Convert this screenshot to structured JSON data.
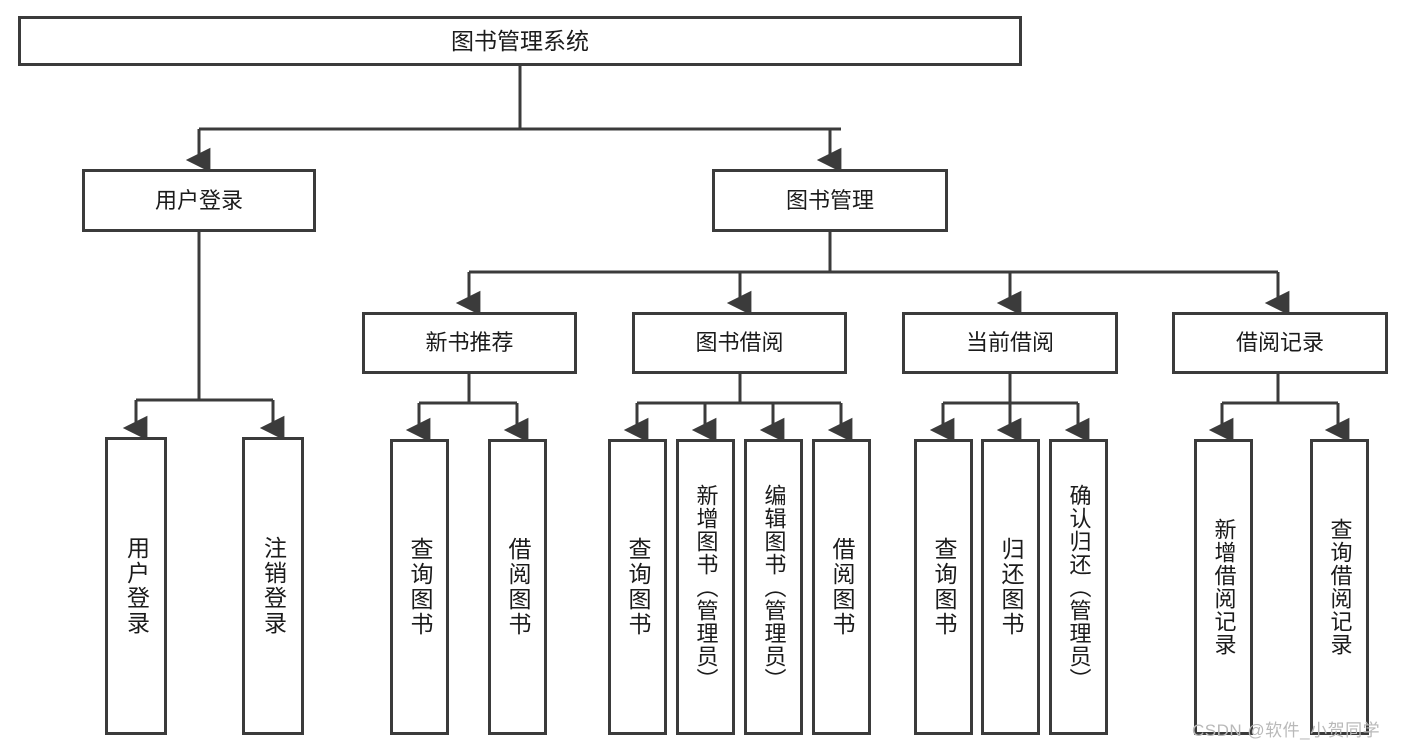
{
  "diagram": {
    "title": "图书管理系统",
    "type": "hierarchy-tree",
    "root": {
      "label": "图书管理系统"
    },
    "level2": [
      {
        "label": "用户登录"
      },
      {
        "label": "图书管理"
      }
    ],
    "level3": [
      {
        "label": "新书推荐"
      },
      {
        "label": "图书借阅"
      },
      {
        "label": "当前借阅"
      },
      {
        "label": "借阅记录"
      }
    ],
    "leaves": {
      "user_login": [
        {
          "label": "用户登录"
        },
        {
          "label": "注销登录"
        }
      ],
      "new_book_recommend": [
        {
          "label": "查询图书"
        },
        {
          "label": "借阅图书"
        }
      ],
      "book_borrow": [
        {
          "label": "查询图书"
        },
        {
          "label": "新增图书（管理员）"
        },
        {
          "label": "编辑图书（管理员）"
        },
        {
          "label": "借阅图书"
        }
      ],
      "current_borrow": [
        {
          "label": "查询图书"
        },
        {
          "label": "归还图书"
        },
        {
          "label": "确认归还（管理员）"
        }
      ],
      "borrow_record": [
        {
          "label": "新增借阅记录"
        },
        {
          "label": "查询借阅记录"
        }
      ]
    }
  },
  "watermark": {
    "text": "CSDN @软件_小贺同学"
  },
  "colors": {
    "background": "#ffffff",
    "box_border": "#3b3b3b",
    "box_fill": "#ffffff",
    "text": "#1b1b1b",
    "edge": "#3b3b3b",
    "watermark": "#b9b9b9"
  }
}
